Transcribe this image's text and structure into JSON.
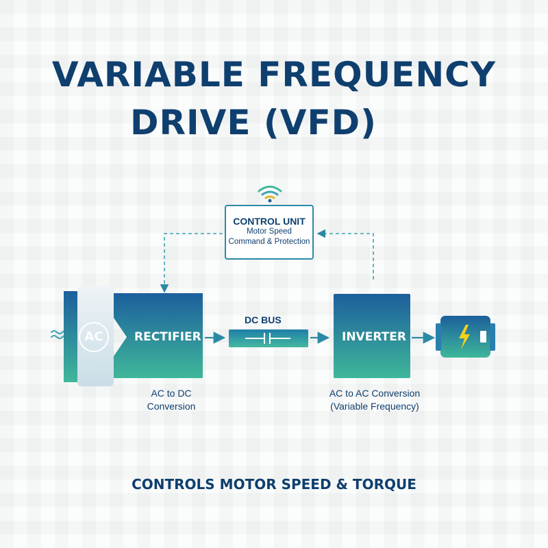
{
  "title": {
    "line1": "VARIABLE FREQUENCY",
    "line2": "DRIVE (VFD)"
  },
  "control_unit": {
    "heading": "CONTROL UNIT",
    "line1": "Motor Speed",
    "line2": "Command & Protection",
    "icon": "wifi-signal-icon"
  },
  "rectifier": {
    "label": "RECTIFIER",
    "badge": "AC",
    "caption_line1": "AC to DC",
    "caption_line2": "Conversion",
    "input_icon": "ac-wave-icon"
  },
  "dc_bus": {
    "label": "DC BUS",
    "icon": "capacitor-icon"
  },
  "inverter": {
    "label": "INVERTER",
    "caption_line1": "AC to AC Conversion",
    "caption_line2": "(Variable Frequency)"
  },
  "motor": {
    "icon": "lightning-bolt-icon"
  },
  "footer": "CONTROLS MOTOR SPEED & TORQUE",
  "colors": {
    "navy": "#0e3f6e",
    "teal": "#2a8aa6",
    "gradient_top": "#1c5f9c",
    "gradient_bottom": "#3fb79a",
    "accent_yellow": "#f5d21a"
  }
}
